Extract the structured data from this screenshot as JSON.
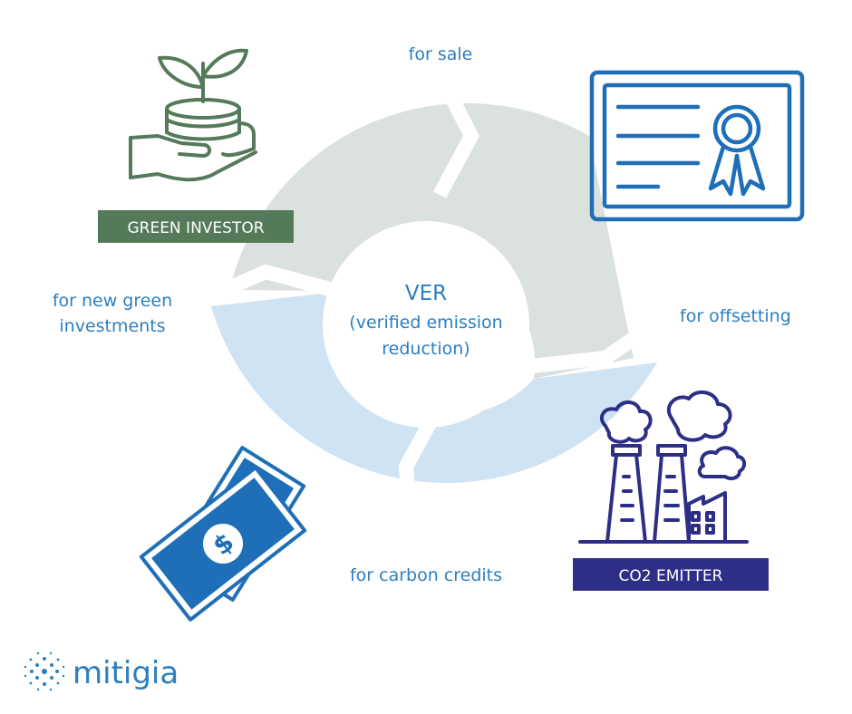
{
  "center": {
    "title": "VER",
    "line1": "(verified emission",
    "line2": "reduction)"
  },
  "labels": {
    "for_sale": "for sale",
    "for_offsetting": "for offsetting",
    "for_carbon_credits": "for carbon credits",
    "for_new_green_line1": "for new green",
    "for_new_green_line2": "investments"
  },
  "badges": {
    "green_investor": "GREEN INVESTOR",
    "co2_emitter": "CO2 EMITTER"
  },
  "brand": {
    "name": "mitigia"
  },
  "colors": {
    "accent_blue": "#2d7fc0",
    "dark_blue": "#1f6fb8",
    "green": "#557a5a",
    "navy": "#2d2f86",
    "ring_grey": "#dbe1dc",
    "ring_blue": "#cfe3f3"
  },
  "icons": [
    "plant-coins-hand-icon",
    "certificate-icon",
    "factory-icon",
    "money-icon",
    "mitigia-logo-icon"
  ]
}
